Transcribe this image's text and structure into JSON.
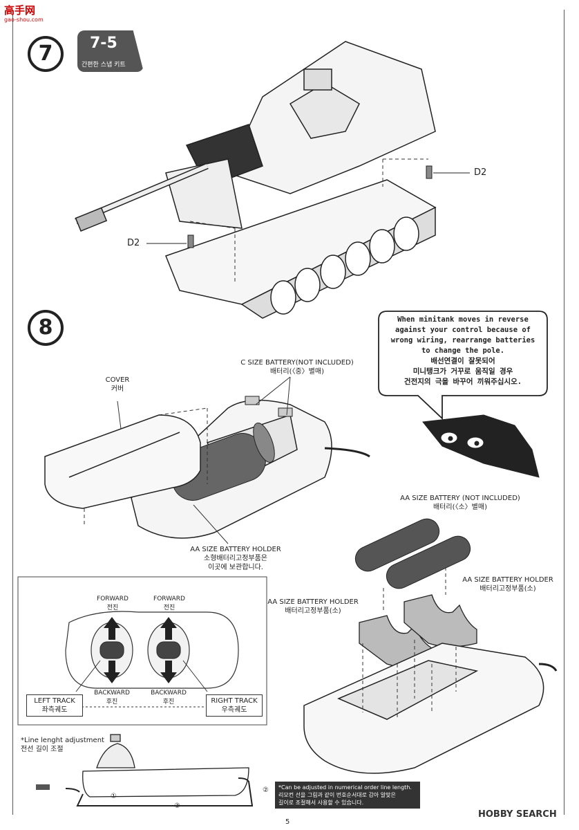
{
  "header": {
    "site_logo": "高手网",
    "site_url": "gao-shou.com"
  },
  "step7": {
    "number": "7",
    "badge_logo": "7-5",
    "badge_text": "간편한 스냅 키트",
    "part_label_right": "D2",
    "part_label_left": "D2"
  },
  "step8": {
    "number": "8",
    "speech_en_1": "When minitank moves in reverse",
    "speech_en_2": "against your control because of",
    "speech_en_3": "wrong wiring, rearrange batteries",
    "speech_en_4": "to change the pole.",
    "speech_kr_1": "배선연결이 잘못되어",
    "speech_kr_2": "미니탱크가 거꾸로 움직일 경우",
    "speech_kr_3": "건전지의 극을 바꾸어 끼워주십시오.",
    "c_battery_en": "C SIZE BATTERY(NOT INCLUDED)",
    "c_battery_kr": "배터리(〈중〉별매)",
    "cover_en": "COVER",
    "cover_kr": "커버",
    "aa_holder_en": "AA SIZE BATTERY HOLDER",
    "aa_holder_kr_1": "소형배터리고정부품은",
    "aa_holder_kr_2": "이곳에 보관합니다.",
    "aa_battery_en": "AA SIZE BATTERY (NOT INCLUDED)",
    "aa_battery_kr": "배터리(〈소〉별매)",
    "aa_holder_right_en": "AA SIZE BATTERY HOLDER",
    "aa_holder_right_kr": "배터리고정부품(소)",
    "aa_holder_mid_en": "AA SIZE BATTERY HOLDER",
    "aa_holder_mid_kr": "배터리고정부품(소)"
  },
  "controls": {
    "forward_en_left": "FORWARD",
    "forward_kr_left": "전진",
    "forward_en_right": "FORWARD",
    "forward_kr_right": "전진",
    "backward_en_left": "BACKWARD",
    "backward_kr_left": "후진",
    "backward_en_right": "BACKWARD",
    "backward_kr_right": "후진",
    "left_track_en": "LEFT TRACK",
    "left_track_kr": "좌측궤도",
    "right_track_en": "RIGHT TRACK",
    "right_track_kr": "우측궤도"
  },
  "wire": {
    "title_en": "*Line lenght adjustment",
    "title_kr": "전선 길이 조절",
    "order_1": "①",
    "order_2": "②",
    "order_3": "③",
    "note_1": "*Can be adjusted in numerical order line length.",
    "note_2": "리모컨 선을 그림과 같이 번호순서대로 감아 알맞은",
    "note_3": "길이로 조절해서 사용할 수 있습니다."
  },
  "footer": {
    "page_number": "5",
    "watermark": "HOBBY SEARCH"
  }
}
